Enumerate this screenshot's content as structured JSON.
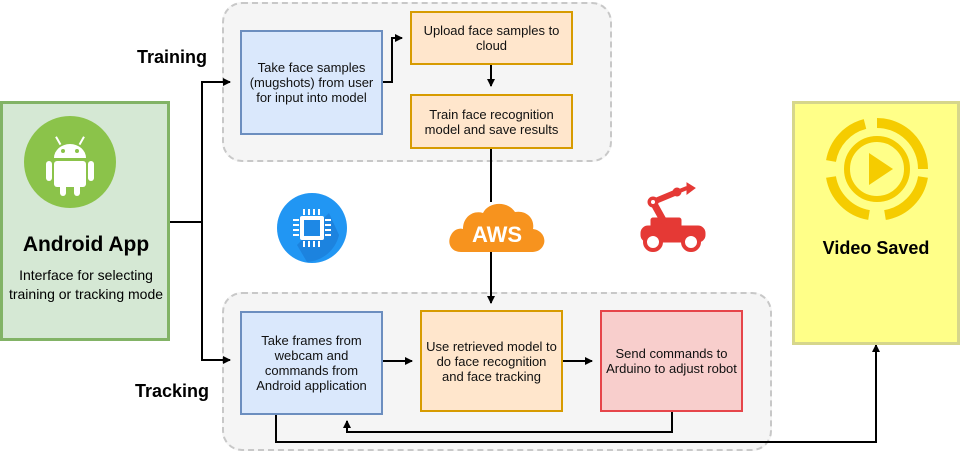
{
  "labels": {
    "training": "Training",
    "tracking": "Tracking"
  },
  "app": {
    "title": "Android App",
    "description": "Interface for selecting training or tracking mode",
    "icon": "android-icon"
  },
  "video": {
    "title": "Video Saved",
    "icon": "video-play-icon"
  },
  "nodes": {
    "take_samples": "Take face samples (mugshots) from user for input into model",
    "upload": "Upload face samples to cloud",
    "train": "Train face recognition model and save results",
    "take_frames": "Take frames from webcam and commands from Android application",
    "use_model": "Use retrieved model to do face recognition and face tracking",
    "send_commands": "Send commands to Arduino to adjust robot"
  },
  "aws": {
    "text": "AWS",
    "color": "#f7931e"
  },
  "icons": [
    "android-icon",
    "chip-icon",
    "aws-cloud-icon",
    "robot-arm-icon",
    "video-play-icon"
  ],
  "colors": {
    "blue_fill": "#dae8fc",
    "orange_fill": "#ffe6cc",
    "red_fill": "#f8cecc",
    "green_fill": "#d5e8d4",
    "yellow_fill": "#ffff88"
  }
}
